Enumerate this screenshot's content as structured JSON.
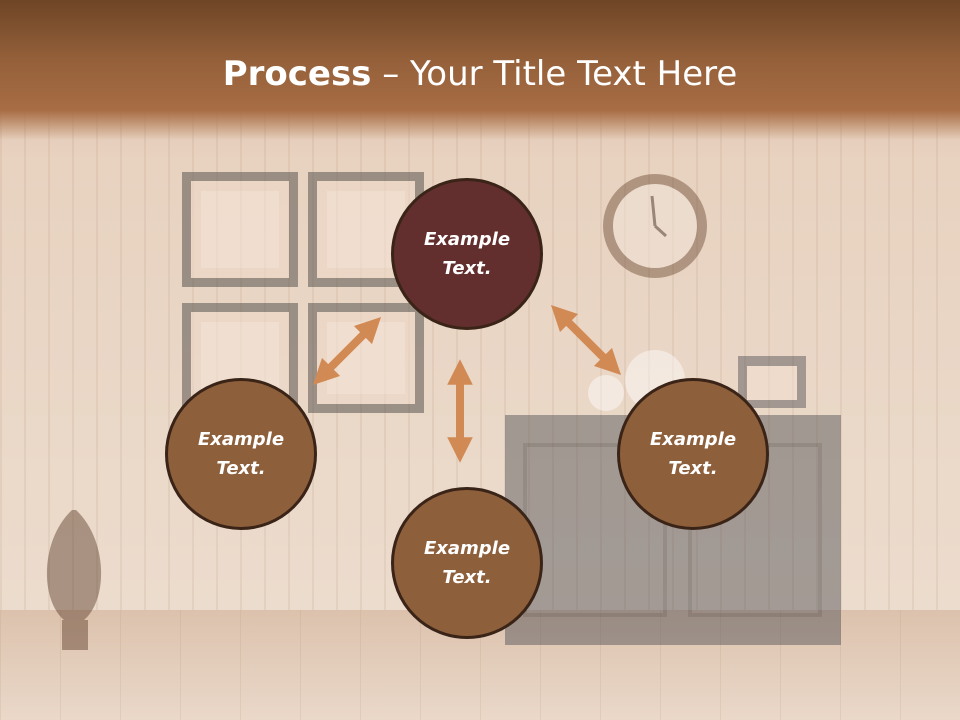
{
  "title": {
    "bold": "Process",
    "rest": " – Your Title Text Here"
  },
  "nodes": [
    {
      "id": "top",
      "label": "Example\nText."
    },
    {
      "id": "left",
      "label": "Example\nText."
    },
    {
      "id": "right",
      "label": "Example\nText."
    },
    {
      "id": "bottom",
      "label": "Example\nText."
    }
  ],
  "colors": {
    "top_circle": "#632e2e",
    "circle": "#8e5f3b",
    "arrow": "#d28a55",
    "title_band": "#8a5632"
  }
}
